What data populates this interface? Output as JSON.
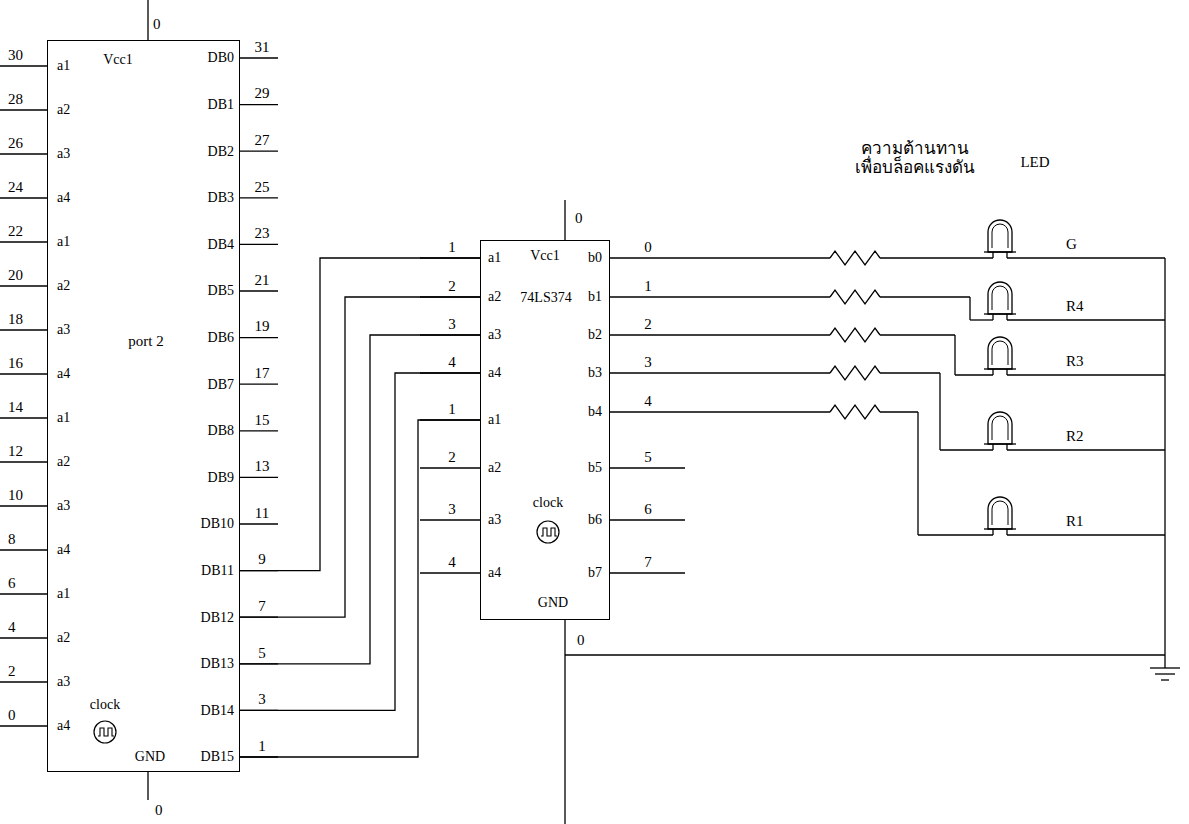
{
  "diagram": {
    "nodes": [
      {
        "text": [
          "port 2"
        ]
      },
      {
        "text": [
          "74LS374"
        ]
      }
    ],
    "edges": [
      {
        "from": 0,
        "to": 1,
        "arrow": "none"
      },
      {
        "from": 0,
        "to": 1,
        "arrow": "none"
      },
      {
        "from": 0,
        "to": 1,
        "arrow": "none"
      },
      {
        "from": 0,
        "to": 1,
        "arrow": "none"
      },
      {
        "from": 0,
        "to": 1,
        "arrow": "none"
      }
    ],
    "labels": [
      "0",
      "30",
      "28",
      "26",
      "24",
      "22",
      "20",
      "18",
      "16",
      "14",
      "12",
      "10",
      "8",
      "6",
      "4",
      "2",
      "0",
      "a1",
      "a2",
      "a3",
      "a4",
      "a1",
      "a2",
      "a3",
      "a4",
      "a1",
      "a2",
      "a3",
      "a4",
      "a1",
      "a2",
      "a3",
      "a4",
      "Vcc1",
      "clock",
      "GND",
      "DB0",
      "DB1",
      "DB2",
      "DB3",
      "DB4",
      "DB5",
      "DB6",
      "DB7",
      "DB8",
      "DB9",
      "DB10",
      "DB11",
      "DB12",
      "DB13",
      "DB14",
      "DB15",
      "31",
      "29",
      "27",
      "25",
      "23",
      "21",
      "19",
      "17",
      "15",
      "13",
      "11",
      "9",
      "7",
      "5",
      "3",
      "1",
      "0",
      "0",
      "1",
      "2",
      "3",
      "4",
      "1",
      "2",
      "3",
      "4",
      "a1",
      "a2",
      "a3",
      "a4",
      "a1",
      "a2",
      "a3",
      "a4",
      "Vcc1",
      "clock",
      "GND",
      "0",
      "1",
      "2",
      "3",
      "4",
      "5",
      "6",
      "7",
      "b0",
      "b1",
      "b2",
      "b3",
      "b4",
      "b5",
      "b6",
      "b7",
      "0",
      "ความต้านทาน เพื่อบล็อคแรงดัน",
      "LED",
      "G",
      "R4",
      "R3",
      "R2",
      "R1"
    ]
  }
}
